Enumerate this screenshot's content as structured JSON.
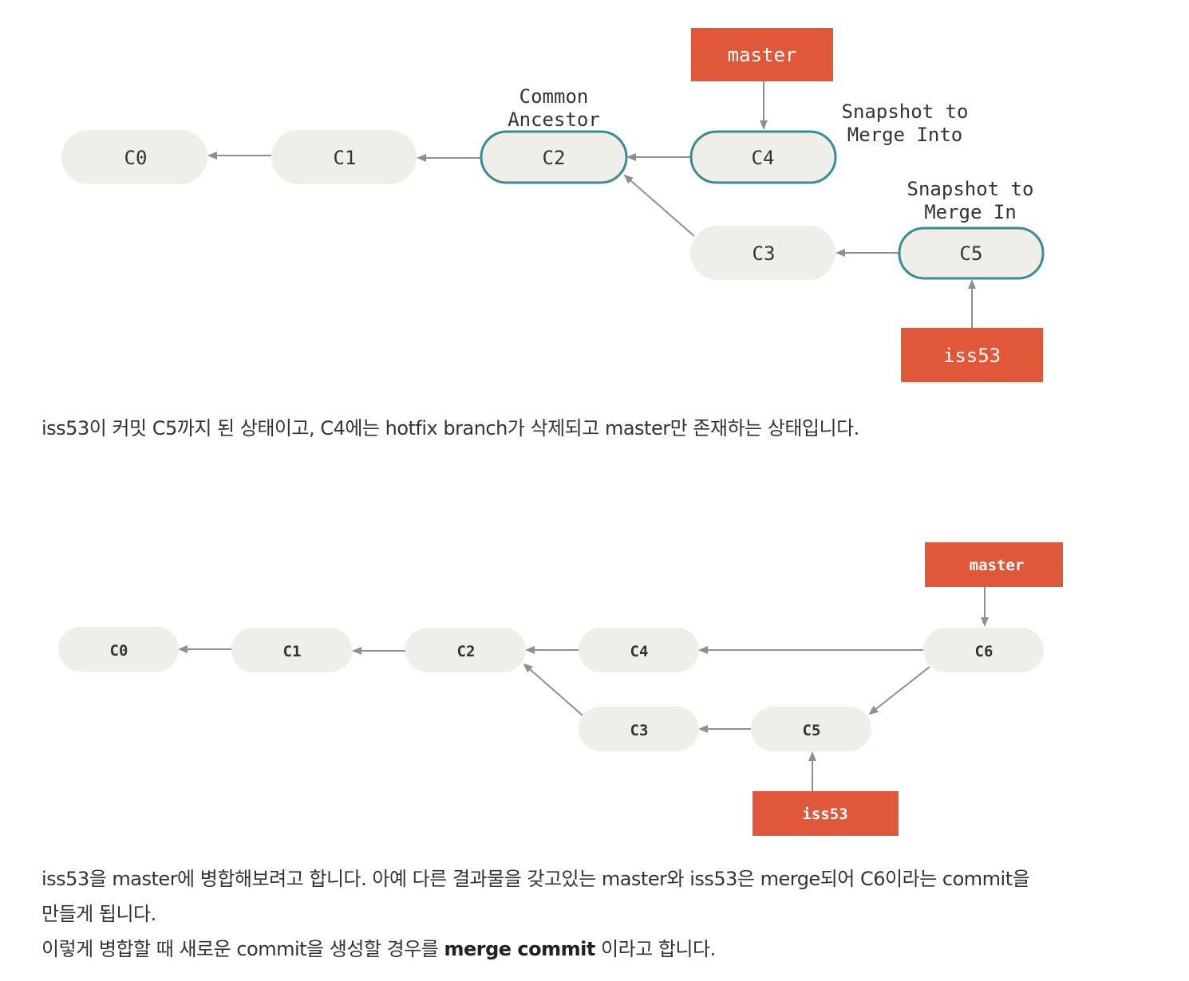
{
  "colors": {
    "node_fill": "#efeee9",
    "node_highlight_stroke": "#3b8a98",
    "branch_fill": "#e0573a",
    "arrow": "#8f8f8f",
    "text": "#333333"
  },
  "diagram1": {
    "nodes": {
      "c0": "C0",
      "c1": "C1",
      "c2": "C2",
      "c3": "C3",
      "c4": "C4",
      "c5": "C5"
    },
    "branches": {
      "master": "master",
      "iss53": "iss53"
    },
    "labels": {
      "common_ancestor_line1": "Common",
      "common_ancestor_line2": "Ancestor",
      "snapshot_into_line1": "Snapshot to",
      "snapshot_into_line2": "Merge Into",
      "snapshot_in_line1": "Snapshot to",
      "snapshot_in_line2": "Merge In"
    }
  },
  "paragraph1": "iss53이 커밋 C5까지 된 상태이고, C4에는 hotfix branch가 삭제되고 master만 존재하는 상태입니다.",
  "diagram2": {
    "nodes": {
      "c0": "C0",
      "c1": "C1",
      "c2": "C2",
      "c3": "C3",
      "c4": "C4",
      "c5": "C5",
      "c6": "C6"
    },
    "branches": {
      "master": "master",
      "iss53": "iss53"
    }
  },
  "paragraph2": {
    "line1": "iss53을 master에 병합해보려고 합니다. 아예 다른 결과물을 갖고있는 master와 iss53은 merge되어 C6이라는 commit을",
    "line2": "만들게 됩니다.",
    "line3_before": "이렇게 병합할 때 새로운 commit을 생성할 경우를 ",
    "line3_bold": "merge commit",
    "line3_after": " 이라고 합니다."
  }
}
